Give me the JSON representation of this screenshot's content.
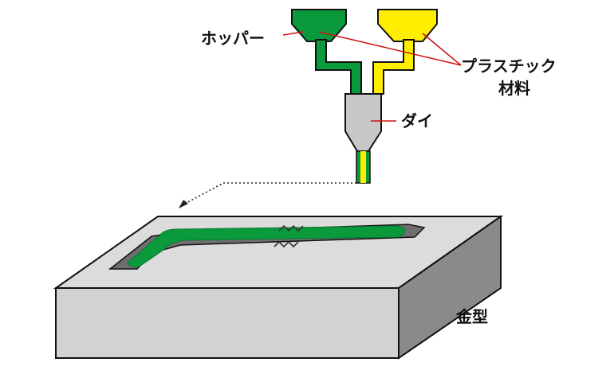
{
  "labels": {
    "hopper": "ホッパー",
    "plastic_material_line1": "プラスチック",
    "plastic_material_line2": "材料",
    "die": "ダイ",
    "mold": "金型"
  },
  "colors": {
    "green_material": "#0a9a3c",
    "yellow_material": "#ffee00",
    "die_gray": "#c8c8c8",
    "mold_top": "#dcdcdc",
    "mold_front": "#d2d2d2",
    "mold_side": "#8a8a8a",
    "leader_line": "#cc1111",
    "outline": "#111111"
  }
}
